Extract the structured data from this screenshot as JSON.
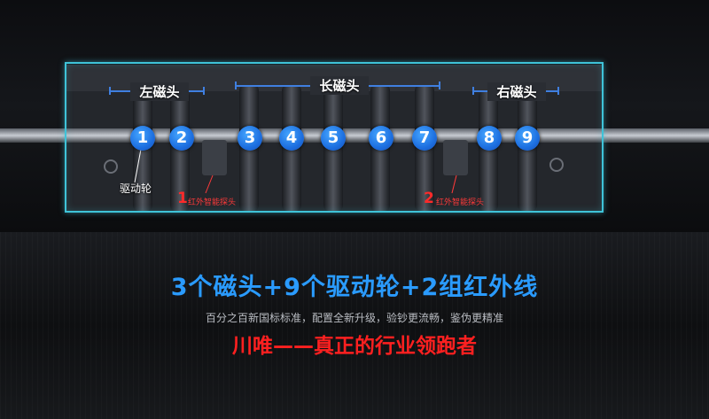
{
  "sections": {
    "left": "左磁头",
    "long": "长磁头",
    "right": "右磁头"
  },
  "wheels": [
    "1",
    "2",
    "3",
    "4",
    "5",
    "6",
    "7",
    "8",
    "9"
  ],
  "drive_wheel_label": "驱动轮",
  "infrared": {
    "left_num": "1",
    "left_text": "红外智能探头",
    "right_num": "2",
    "right_text": "红外智能探头"
  },
  "headline": "3个磁头+9个驱动轮+2组红外线",
  "subline": "百分之百新国标标准，配置全新升级，验钞更流畅，鉴伪更精准",
  "slogan": "川唯——真正的行业领跑者",
  "colors": {
    "frame": "#3fc3d8",
    "wheel_badge": "#1d6fe0",
    "headline": "#2a9bff",
    "slogan": "#ff2020"
  }
}
